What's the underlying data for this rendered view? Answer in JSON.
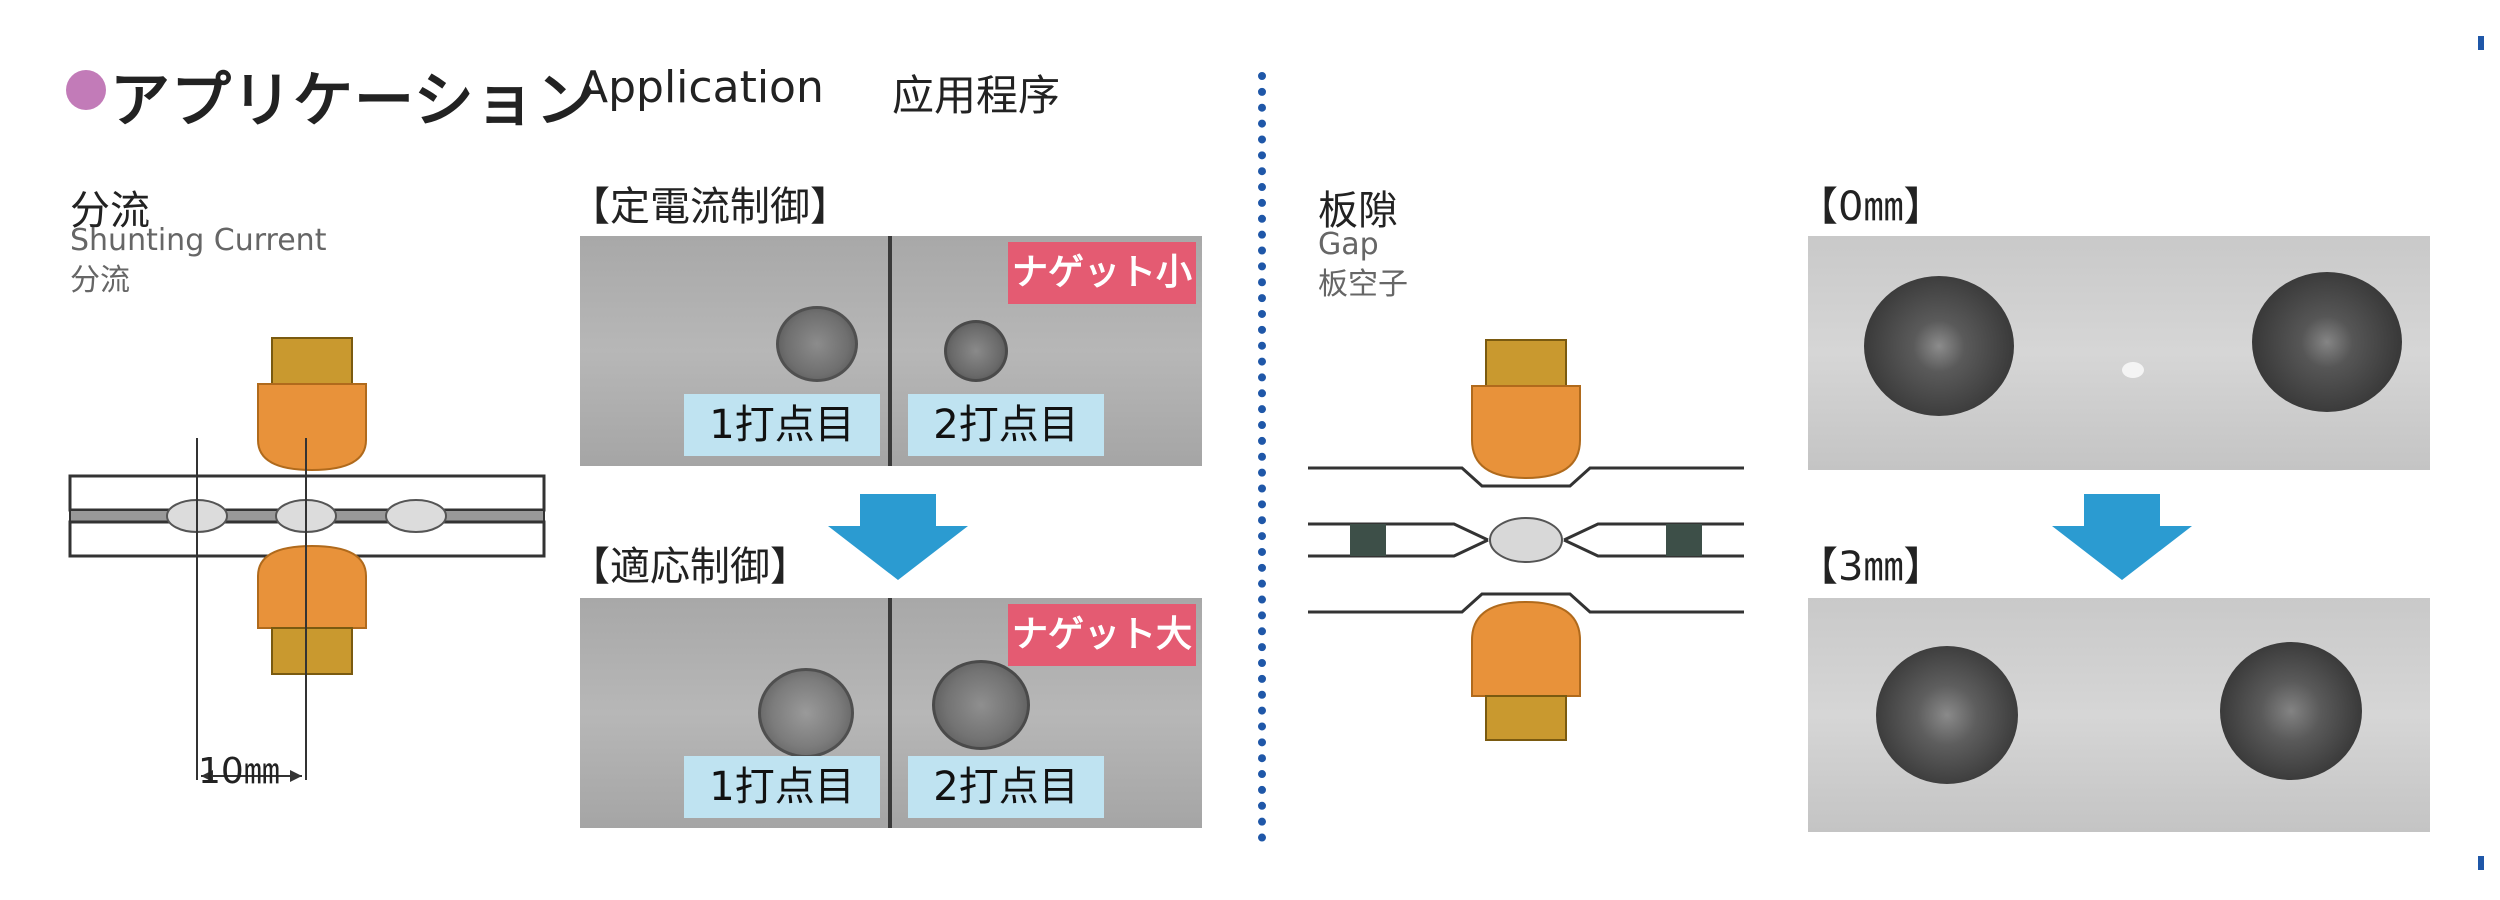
{
  "header": {
    "title_jp": "アプリケーション",
    "title_en": "Application",
    "title_cn": "应用程序"
  },
  "shunting": {
    "title_jp": "分流",
    "title_en": "Shunting Current",
    "title_cn": "分流",
    "dimension_label": "10㎜"
  },
  "constant_current": {
    "heading": "【定電流制御】",
    "badge": "ナゲット小",
    "spot1": "1打点目",
    "spot2": "2打点目"
  },
  "adaptive": {
    "heading": "【適応制御】",
    "badge": "ナゲット大",
    "spot1": "1打点目",
    "spot2": "2打点目"
  },
  "gap": {
    "title_jp": "板隙",
    "title_en": "Gap",
    "title_cn": "板空子"
  },
  "gap_0mm": {
    "heading": "【0㎜】"
  },
  "gap_3mm": {
    "heading": "【3㎜】"
  },
  "colors": {
    "accent_dot": "#c27bb8",
    "divider": "#1f57a8",
    "arrow": "#2b9bd1",
    "electrode_orange": "#e8923a",
    "electrode_shank": "#c9992f",
    "badge": "#e45b72",
    "spot_label_bg": "#bfe3f1"
  }
}
